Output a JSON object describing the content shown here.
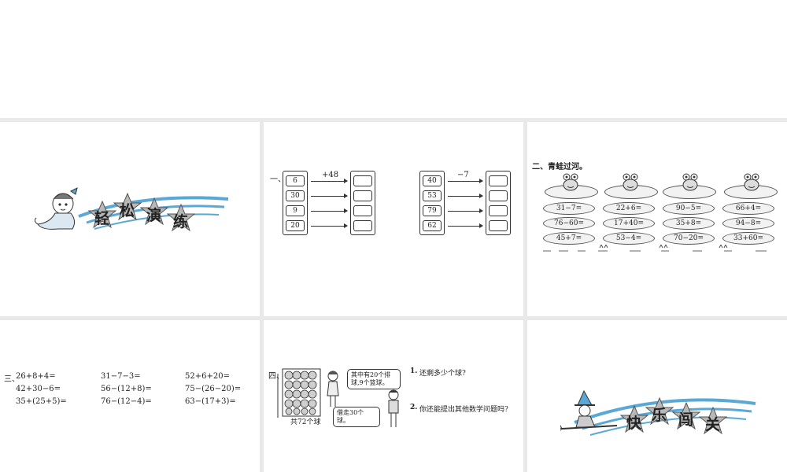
{
  "slide1": {
    "title_chars": [
      "轻",
      "松",
      "演",
      "练"
    ]
  },
  "slide2": {
    "section": "一、",
    "left": {
      "op": "+48",
      "inputs": [
        "6",
        "30",
        "9",
        "20"
      ]
    },
    "right": {
      "op": "−7",
      "inputs": [
        "40",
        "53",
        "79",
        "62"
      ]
    }
  },
  "slide3": {
    "heading": "二、青蛙过河。",
    "rows": [
      [
        "31−7=",
        "22+6=",
        "90−5=",
        "66+4="
      ],
      [
        "76−60=",
        "17+40=",
        "35+8=",
        "94−8="
      ],
      [
        "45+7=",
        "53−4=",
        "70−20=",
        "33+60="
      ]
    ]
  },
  "slide4": {
    "section": "三、",
    "rows": [
      [
        "26+8+4=",
        "31−7−3=",
        "52+6+20="
      ],
      [
        "42+30−6=",
        "56−(12+8)=",
        "75−(26−20)="
      ],
      [
        "35+(25+5)=",
        "76−(12−4)=",
        "63−(17+3)="
      ]
    ]
  },
  "slide5": {
    "section": "四、",
    "total_label": "共72个球",
    "bubble1": [
      "其中有20个排",
      "球,9个篮球。"
    ],
    "bubble2": "借走30个球。",
    "q1_num": "1.",
    "q1": "还剩多少个球?",
    "q2_num": "2.",
    "q2": "你还能提出其他数学问题吗?"
  },
  "slide6": {
    "title_chars": [
      "快",
      "乐",
      "闯",
      "关"
    ]
  },
  "colors": {
    "swoosh": "#5aa8d6",
    "star": "#b8b8b8",
    "gap": "#e9e9e9"
  }
}
